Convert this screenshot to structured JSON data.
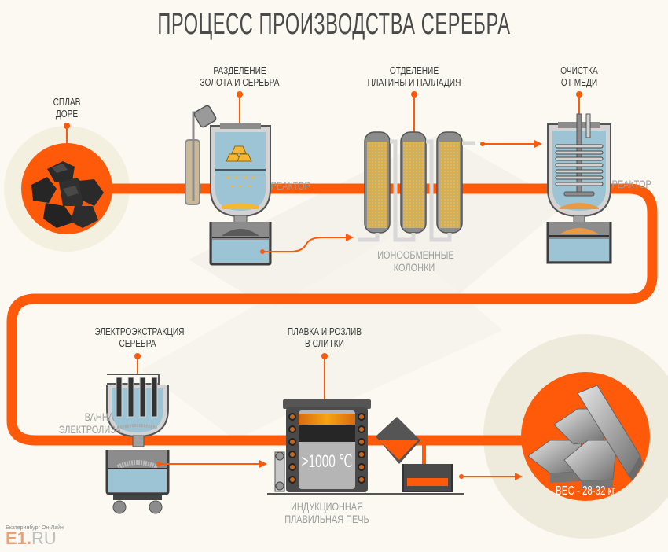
{
  "title": "ПРОЦЕСС ПРОИЗВОДСТВА СЕРЕБРА",
  "colors": {
    "background": "#fbf9f1",
    "accent": "#ff5a0a",
    "text": "#3a3a3a",
    "muted_text": "#9d9d9d",
    "liquid": "#9cc4d4",
    "gold": "#f7b733",
    "equipment": "#8c8c8c",
    "outline": "#3d3d3d"
  },
  "steps": [
    {
      "id": "dore",
      "label_line1": "СПЛАВ",
      "label_line2": "ДОРЕ",
      "icon": "ore-lumps-icon"
    },
    {
      "id": "gold-separation",
      "label_line1": "РАЗДЕЛЕНИЕ",
      "label_line2": "ЗОЛОТА И СЕРЕБРА",
      "equipment_label": "РЕАКТОР",
      "icon": "reactor-icon"
    },
    {
      "id": "pt-pd-separation",
      "label_line1": "ОТДЕЛЕНИЕ",
      "label_line2": "ПЛАТИНЫ И ПАЛЛАДИЯ",
      "equipment_label_line1": "ИОНООБМЕННЫЕ",
      "equipment_label_line2": "КОЛОНКИ",
      "icon": "ion-exchange-columns-icon"
    },
    {
      "id": "copper-cleaning",
      "label_line1": "ОЧИСТКА",
      "label_line2": "ОТ МЕДИ",
      "equipment_label": "РЕАКТОР",
      "icon": "reactor-coil-icon"
    },
    {
      "id": "electroextraction",
      "label_line1": "ЭЛЕКТРОЭКСТРАКЦИЯ",
      "label_line2": "СЕРЕБРА",
      "equipment_label_line1": "ВАННА",
      "equipment_label_line2": "ЭЛЕКТРОЛИЗА",
      "icon": "electrolysis-bath-icon"
    },
    {
      "id": "melting",
      "label_line1": "ПЛАВКА И РОЗЛИВ",
      "label_line2": "В СЛИТКИ",
      "equipment_label_line1": "ИНДУКЦИОННАЯ",
      "equipment_label_line2": "ПЛАВИЛЬНАЯ ПЕЧЬ",
      "temperature": ">1000 ℃",
      "icon": "induction-furnace-icon"
    },
    {
      "id": "ingots",
      "weight": "ВЕС - 28-32 кг",
      "icon": "silver-ingots-icon"
    }
  ],
  "logo": {
    "small": "Екатеринбург Он-Лайн",
    "brand": "E1.",
    "domain": "RU"
  }
}
